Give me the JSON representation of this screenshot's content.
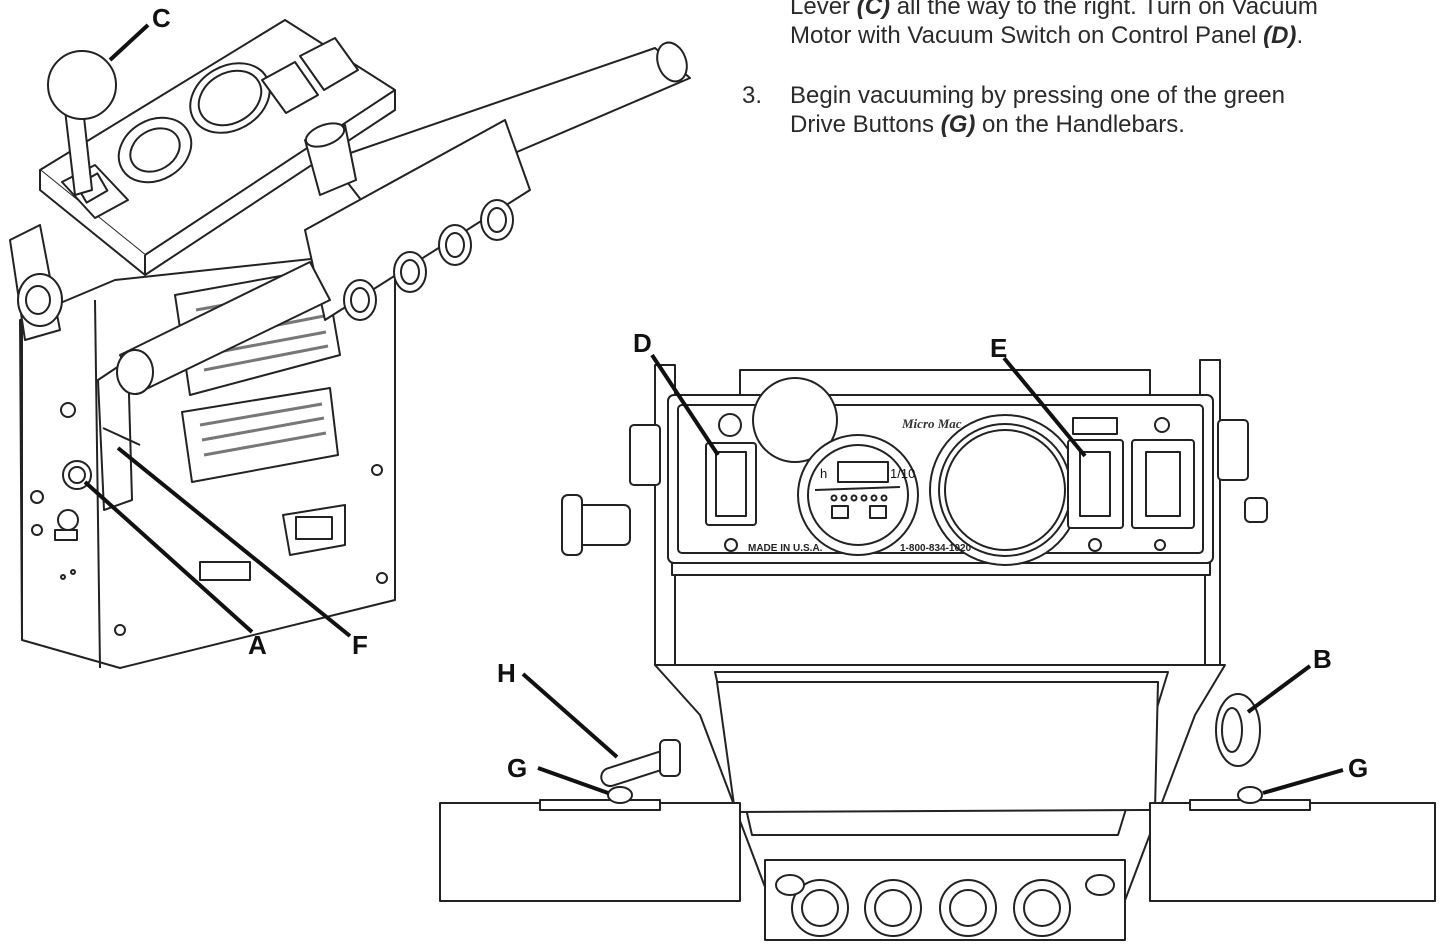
{
  "instructions": {
    "step2": {
      "line1": {
        "pre": "Lever ",
        "ref": "(C)",
        "post": " all the way to the right. Turn on Vacuum"
      },
      "line2": {
        "pre": "Motor with Vacuum Switch on Control Panel ",
        "ref": "(D)",
        "post": "."
      }
    },
    "step3": {
      "number": "3.",
      "line1": "Begin vacuuming by pressing one of the green",
      "line2": {
        "pre": "Drive Buttons ",
        "ref": "(G)",
        "post": " on the Handlebars."
      }
    }
  },
  "callouts": {
    "A": "A",
    "B": "B",
    "C": "C",
    "D": "D",
    "E": "E",
    "F": "F",
    "G": "G",
    "H": "H"
  },
  "panel": {
    "brand": "Micro Mac",
    "made_in": "MADE IN U.S.A.",
    "phone": "1-800-834-1020",
    "meter_left": "h",
    "meter_right": "1/10"
  }
}
